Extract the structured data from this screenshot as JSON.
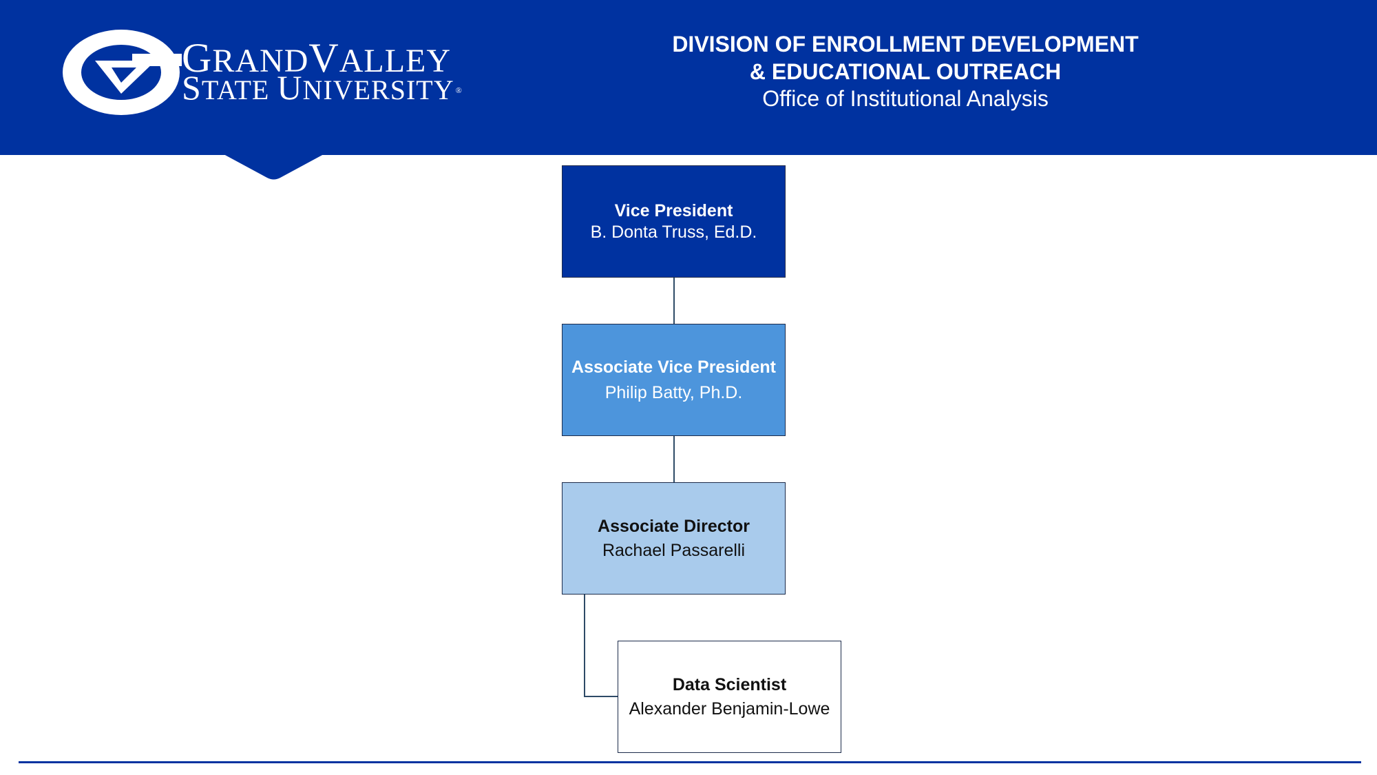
{
  "header": {
    "logo": {
      "line1": {
        "cap1": "G",
        "rest1": "RAND",
        "cap2": "V",
        "rest2": "ALLEY"
      },
      "line2": {
        "cap1": "S",
        "rest1": "TATE",
        "cap2": "U",
        "rest2": "NIVERSITY"
      },
      "registered_mark": "®"
    },
    "division_line1": "DIVISION OF ENROLLMENT DEVELOPMENT",
    "division_line2": "& EDUCATIONAL OUTREACH",
    "office": "Office of Institutional Analysis"
  },
  "org_chart": {
    "vice_president": {
      "role": "Vice President",
      "name": "B. Donta Truss, Ed.D."
    },
    "associate_vice_president": {
      "role": "Associate Vice President",
      "name": "Philip Batty, Ph.D."
    },
    "associate_director": {
      "role": "Associate Director",
      "name": "Rachael Passarelli"
    },
    "data_scientist": {
      "role": "Data Scientist",
      "name": "Alexander Benjamin-Lowe"
    }
  },
  "colors": {
    "brand_blue": "#0032a0",
    "mid_blue": "#4d95dc",
    "light_blue": "#a9cbec",
    "white": "#ffffff"
  }
}
